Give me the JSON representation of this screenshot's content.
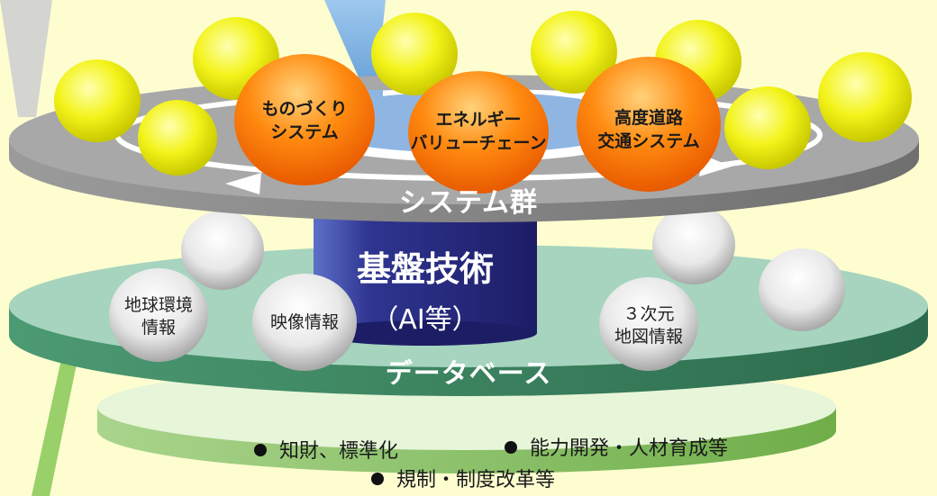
{
  "systems_label": "システム群",
  "core": {
    "title": "基盤技術",
    "subtitle": "（AI等）"
  },
  "database_label": "データベース",
  "orange_balls": [
    "ものづくり\nシステム",
    "エネルギー\nバリューチェーン",
    "高度道路\n交通システム"
  ],
  "gray_balls": [
    "地球環境\n情報",
    "映像情報",
    "３次元\n地図情報"
  ],
  "bottom_items": [
    "知財、標準化",
    "能力開発・人材育成等",
    "規制・制度改革等"
  ],
  "colors": {
    "background": "#fdfdd0",
    "yellow_ball": "#f5f51a",
    "orange_ball": "#ff7b00",
    "core": "#2a2a78",
    "gray_platform": "#a6a6a6",
    "green_platform": "#8fc9ad",
    "bottom_platform": "#a7d48b"
  }
}
